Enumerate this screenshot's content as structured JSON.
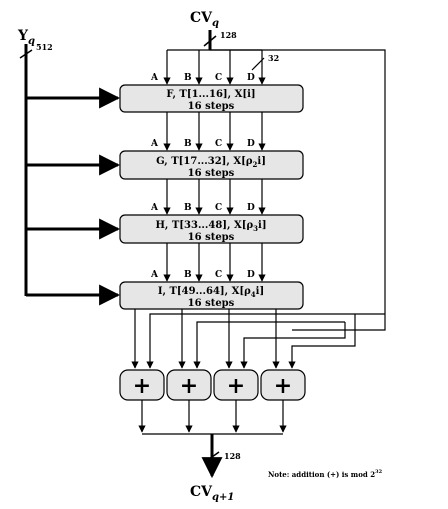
{
  "diagram": {
    "inputs": {
      "y_main": "Y",
      "y_sub": "q",
      "cv_main": "CV",
      "cv_sub": "q",
      "width_512": "512",
      "width_128_top": "128",
      "width_32": "32"
    },
    "word_labels": [
      "A",
      "B",
      "C",
      "D"
    ],
    "rounds": [
      {
        "line1_a": "F, T[1...16], X[i]",
        "line1_b": "",
        "line1_c": "",
        "line2": "16 steps"
      },
      {
        "line1_a": "G, T[17...32], X[ρ",
        "line1_b": "2",
        "line1_c": "i]",
        "line2": "16 steps"
      },
      {
        "line1_a": "H, T[33...48], X[ρ",
        "line1_b": "3",
        "line1_c": "i]",
        "line2": "16 steps"
      },
      {
        "line1_a": "I, T[49...64], X[ρ",
        "line1_b": "4",
        "line1_c": "i]",
        "line2": "16 steps"
      }
    ],
    "adder_symbol": "+",
    "output": {
      "width_128_bottom": "128",
      "cv_main": "CV",
      "cv_sub": "q+1"
    },
    "note": {
      "text": "Note:  addition (+) is mod 2",
      "exp": "32"
    }
  }
}
